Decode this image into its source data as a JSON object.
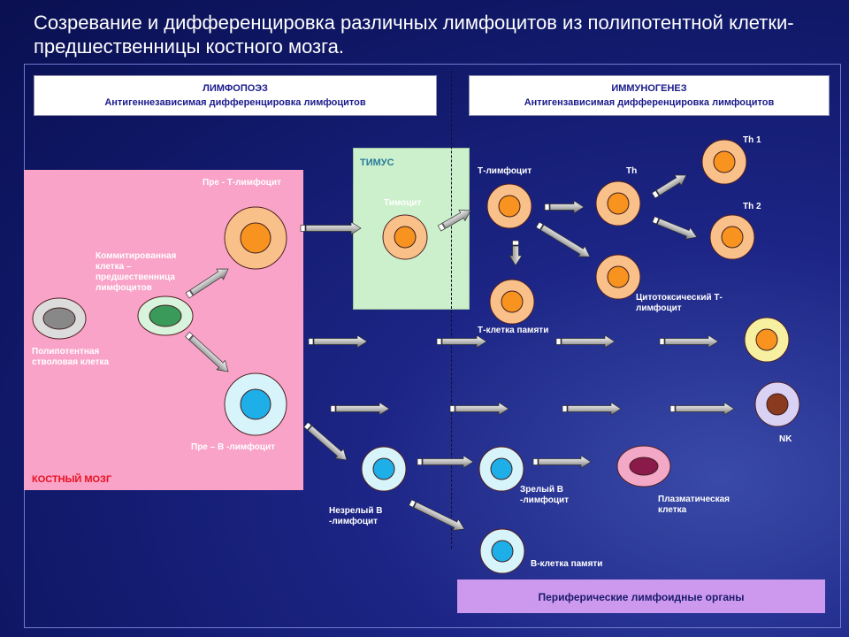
{
  "title": "Созревание и дифференцировка различных лимфоцитов из полипотентной клетки-предшественницы костного мозга.",
  "lymphopoiesis": {
    "heading": "ЛИМФОПОЭЗ",
    "subtitle": "Антигеннезависимая дифференцировка лимфоцитов"
  },
  "immunogenesis": {
    "heading": "ИММУНОГЕНЕЗ",
    "subtitle": "Антигензависимая дифференцировка лимфоцитов"
  },
  "regions": {
    "bone_marrow": "КОСТНЫЙ МОЗГ",
    "thymus": "ТИМУС",
    "peripheral": "Периферические лимфоидные органы"
  },
  "cells": {
    "stem_cell": "Полипотентная стволовая клетка",
    "committed": "Коммитированная клетка – предшественница лимфоцитов",
    "pre_t": "Пре - Т-лимфоцит",
    "pre_b": "Пре – В -лимфоцит",
    "thymocyte": "Тимоцит",
    "t_lymphocyte": "Т-лимфоцит",
    "th": "Th",
    "th1": "Th 1",
    "th2": "Th 2",
    "cytotoxic": "Цитотоксический Т-лимфоцит",
    "t_memory": "Т-клетка памяти",
    "nk": "NK",
    "immature_b": "Незрелый В -лимфоцит",
    "mature_b": "Зрелый В -лимфоцит",
    "plasma": "Плазматическая клетка",
    "b_memory": "В-клетка памяти"
  },
  "colors": {
    "bone_marrow_bg": "#f9a3c9",
    "thymus_bg": "#ccf0cc",
    "peripheral_bg": "#cc99ee",
    "t_cell_outer": "#f9c08a",
    "t_cell_nucleus": "#f7931e",
    "b_cell_outer": "#d8f4fb",
    "b_cell_nucleus": "#1eaee8",
    "stem_nucleus": "#888888",
    "committed_nucleus": "#3a9a5a",
    "nk_outer": "#dad2f5",
    "nk_nucleus": "#8a3a1e",
    "plasma_outer": "#f4a8c8",
    "plasma_nucleus": "#8a1a4a",
    "last_t_outer": "#f7f0a0"
  }
}
